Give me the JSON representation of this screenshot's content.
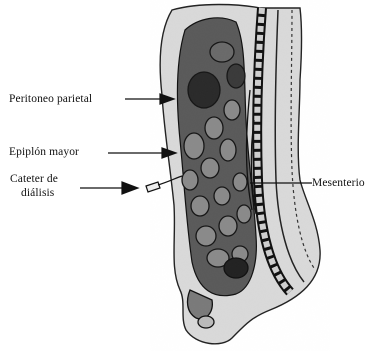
{
  "labels": {
    "peritoneo": "Peritoneo parietal",
    "epiplon": "Epiplón mayor",
    "cateter_line1": "Cateter de",
    "cateter_line2": "diálisis",
    "mesenterio": "Mesenterio"
  }
}
